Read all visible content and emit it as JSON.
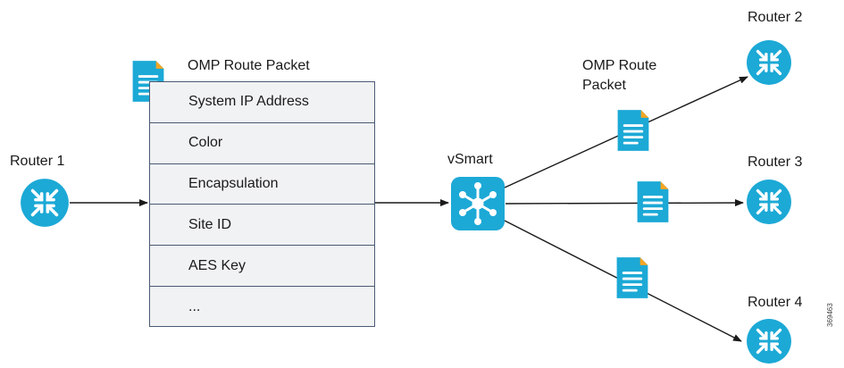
{
  "colors": {
    "router": "#1ca9d6",
    "vsmart": "#1ca9d6",
    "document": "#1ca9d6",
    "document_fold": "#f5a623",
    "table_fill": "#f1f2f4",
    "table_border": "#4a5b73",
    "arrow": "#1a1a1a"
  },
  "icons": {
    "router": "router-icon",
    "vsmart": "vsmart-hub-icon",
    "packet": "document-icon"
  },
  "routers": {
    "router1": "Router 1",
    "router2": "Router 2",
    "router3": "Router 3",
    "router4": "Router 4"
  },
  "vsmart": {
    "label": "vSmart"
  },
  "packet": {
    "title": "OMP Route Packet",
    "fields": [
      "System IP Address",
      "Color",
      "Encapsulation",
      "Site ID",
      "AES Key",
      "..."
    ]
  },
  "packet_label_right": {
    "line1": "OMP Route",
    "line2": "Packet"
  },
  "figure_id": "369463"
}
